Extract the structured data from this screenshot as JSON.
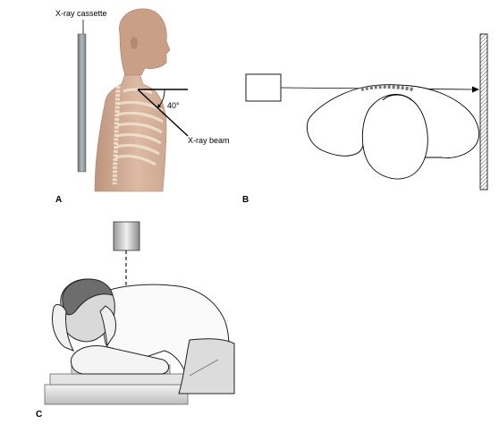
{
  "panels": [
    {
      "letter": "A",
      "cassette_label": "X-ray cassette",
      "beam_label": "X-ray beam",
      "angle_label": "40°"
    },
    {
      "letter": "B"
    },
    {
      "letter": "C"
    }
  ],
  "colors": {
    "skin": "#d9b39a",
    "skin_dark": "#a87a62",
    "bone": "#f2e6d4",
    "cassette": "#8f9396",
    "line": "#1a1a1a"
  }
}
